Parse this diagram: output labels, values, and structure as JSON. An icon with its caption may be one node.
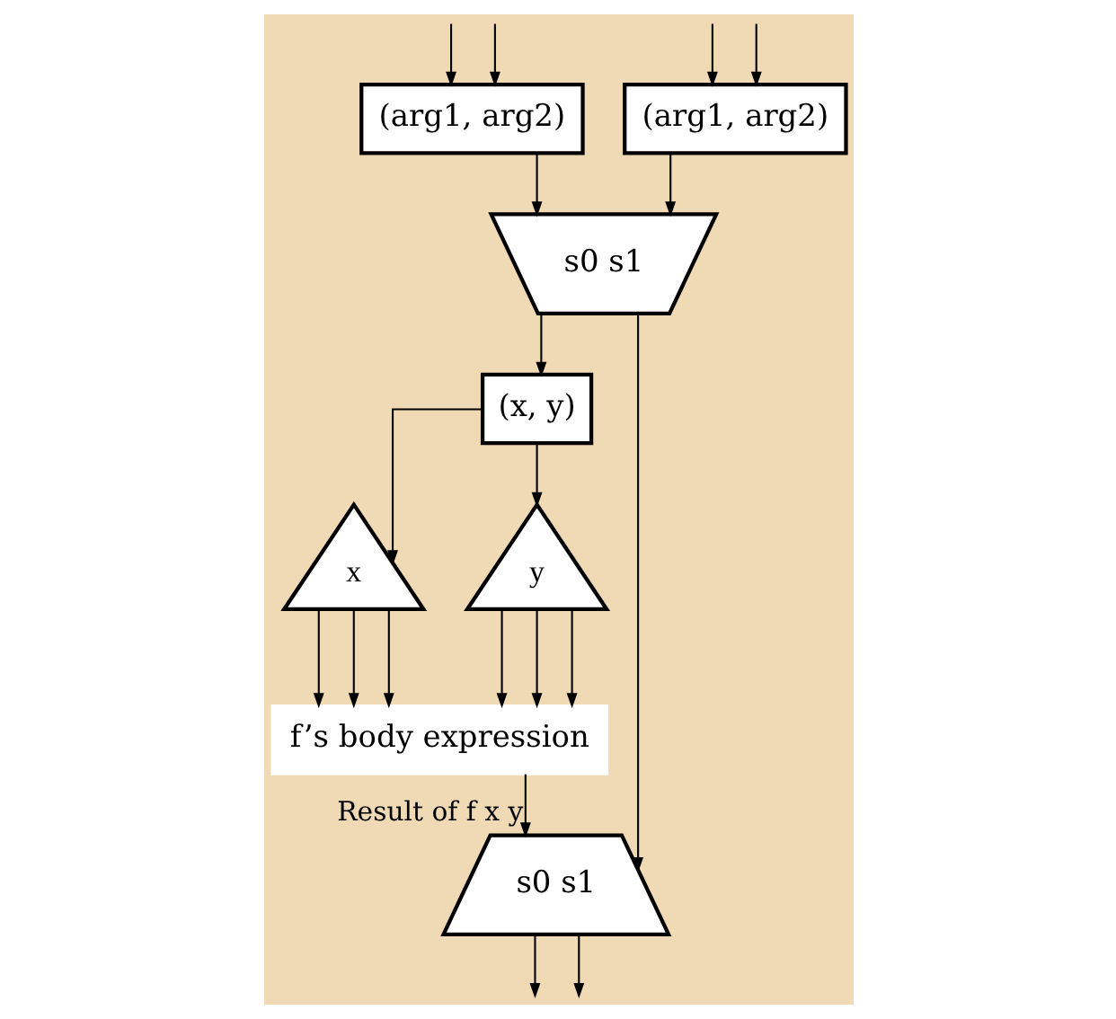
{
  "diagram": {
    "nodes": [
      {
        "text": [
          "(arg1, arg2)"
        ]
      },
      {
        "text": [
          "(arg1, arg2)"
        ]
      },
      {
        "text": [
          "s0 s1"
        ]
      },
      {
        "text": [
          "(x, y)"
        ]
      },
      {
        "text": [
          "x"
        ]
      },
      {
        "text": [
          "y"
        ]
      },
      {
        "text": [
          "f’s body expression"
        ]
      },
      {
        "text": [
          "s0 s1"
        ]
      }
    ],
    "edges": [
      {
        "from": null,
        "to": 0,
        "arrow": "to"
      },
      {
        "from": null,
        "to": 0,
        "arrow": "to"
      },
      {
        "from": null,
        "to": 1,
        "arrow": "to"
      },
      {
        "from": null,
        "to": 1,
        "arrow": "to"
      },
      {
        "from": 0,
        "to": 2,
        "arrow": "to"
      },
      {
        "from": 1,
        "to": 2,
        "arrow": "to"
      },
      {
        "from": 2,
        "to": 3,
        "arrow": "to"
      },
      {
        "from": 2,
        "to": 7,
        "arrow": "to"
      },
      {
        "from": 3,
        "to": 4,
        "arrow": "to"
      },
      {
        "from": 3,
        "to": 5,
        "arrow": "to"
      },
      {
        "from": 4,
        "to": 6,
        "arrow": "to"
      },
      {
        "from": 4,
        "to": 6,
        "arrow": "to"
      },
      {
        "from": 4,
        "to": 6,
        "arrow": "to"
      },
      {
        "from": 5,
        "to": 6,
        "arrow": "to"
      },
      {
        "from": 5,
        "to": 6,
        "arrow": "to"
      },
      {
        "from": 5,
        "to": 6,
        "arrow": "to"
      },
      {
        "from": 6,
        "to": 7,
        "arrow": "to",
        "label": "Result of f x y"
      },
      {
        "from": 7,
        "to": null,
        "arrow": "to"
      },
      {
        "from": 7,
        "to": null,
        "arrow": "to"
      }
    ]
  }
}
